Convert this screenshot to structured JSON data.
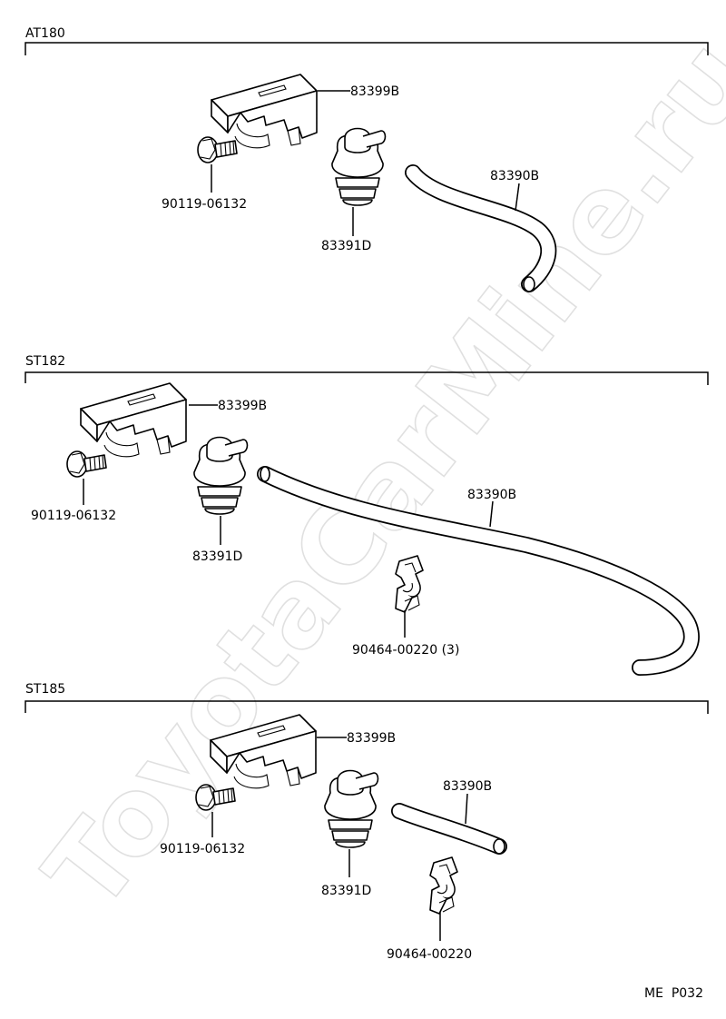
{
  "watermark": "ToyotaCarMine.ru",
  "page_code": "ME  P032",
  "sections": [
    {
      "title": "AT180",
      "labels": {
        "bracket": "83399B",
        "bolt": "90119-06132",
        "valve": "83391D",
        "hose": "83390B"
      }
    },
    {
      "title": "ST182",
      "labels": {
        "bracket": "83399B",
        "bolt": "90119-06132",
        "valve": "83391D",
        "hose": "83390B",
        "clip": "90464-00220 (3)"
      }
    },
    {
      "title": "ST185",
      "labels": {
        "bracket": "83399B",
        "bolt": "90119-06132",
        "valve": "83391D",
        "hose": "83390B",
        "clip": "90464-00220"
      }
    }
  ]
}
